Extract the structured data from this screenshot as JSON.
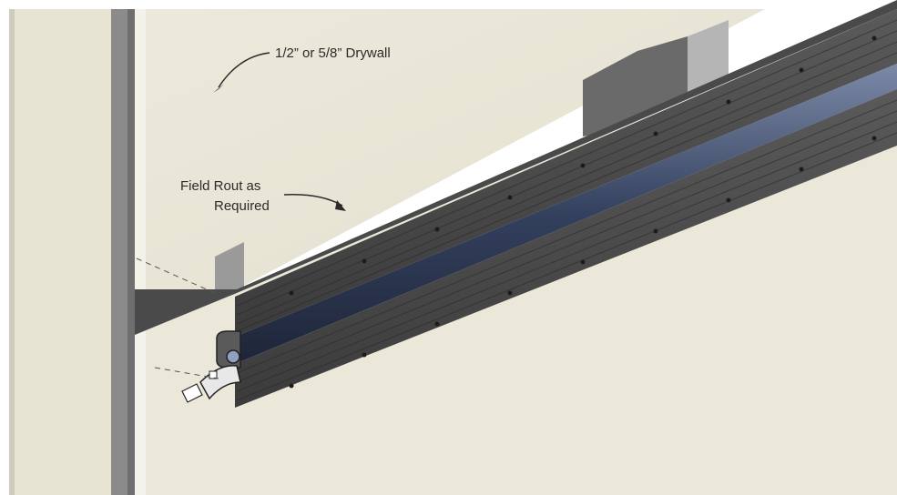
{
  "labels": {
    "drywall": "1/2” or 5/8” Drywall",
    "field_rout_line1": "Field Rout as",
    "field_rout_line2": "Required"
  },
  "colors": {
    "drywall_face": "#e9e6d6",
    "drywall_face_light": "#efede2",
    "drywall_edge": "#cfccbd",
    "stud": "#8b8b8b",
    "stud_dark": "#5f5f5f",
    "rail": "#474747",
    "rail_dark": "#2f2f2f",
    "rail_light": "#6a6a6a",
    "channel": "#3a4a6a",
    "annotation": "#2b2b2b"
  }
}
